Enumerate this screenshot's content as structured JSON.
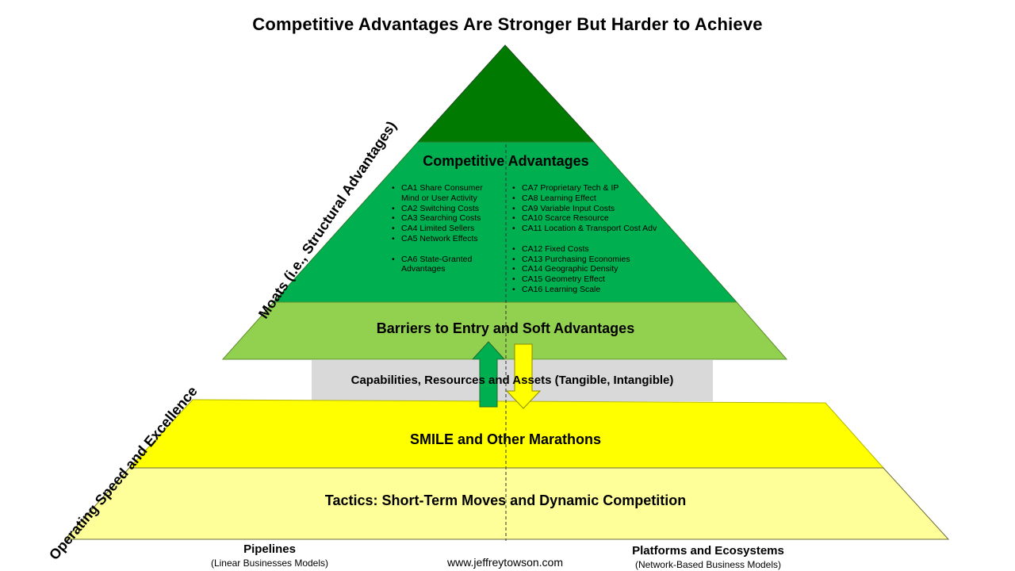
{
  "title": "Competitive Advantages Are Stronger But Harder to Achieve",
  "competitive_advantages": {
    "heading": "Competitive Advantages",
    "left_items": [
      "CA1 Share Consumer Mind or User Activity",
      "CA2 Switching Costs",
      "CA3 Searching Costs",
      "CA4 Limited Sellers",
      "CA5 Network Effects",
      "CA6 State-Granted Advantages"
    ],
    "right_items": [
      "CA7 Proprietary Tech & IP",
      "CA8 Learning Effect",
      "CA9 Variable Input Costs",
      "CA10 Scarce Resource",
      "CA11 Location & Transport Cost Adv",
      "CA12 Fixed Costs",
      "CA13 Purchasing Economies",
      "CA14 Geographic Density",
      "CA15 Geometry Effect",
      "CA16 Learning Scale"
    ]
  },
  "layers": {
    "barriers": "Barriers to Entry and Soft Advantages",
    "capabilities": "Capabilities, Resources and Assets (Tangible, Intangible)",
    "smile": "SMILE and Other Marathons",
    "tactics": "Tactics: Short-Term Moves and Dynamic Competition"
  },
  "side_labels": {
    "moats": "Moats (i.e., Structural Advantages)",
    "operating": "Operating Speed and Excellence"
  },
  "footer": {
    "left_title": "Pipelines",
    "left_sub": "(Linear Businesses Models)",
    "center_url": "www.jeffreytowson.com",
    "right_title": "Platforms and Ecosystems",
    "right_sub": "(Network-Based Business Models)"
  },
  "colors": {
    "apex": "#007A00",
    "competitive_advantages": "#00B050",
    "barriers": "#92D050",
    "capabilities": "#D9D9D9",
    "smile": "#FFFF00",
    "tactics": "#FFFF99",
    "up_arrow": "#00B050",
    "down_arrow": "#FFFF00"
  }
}
